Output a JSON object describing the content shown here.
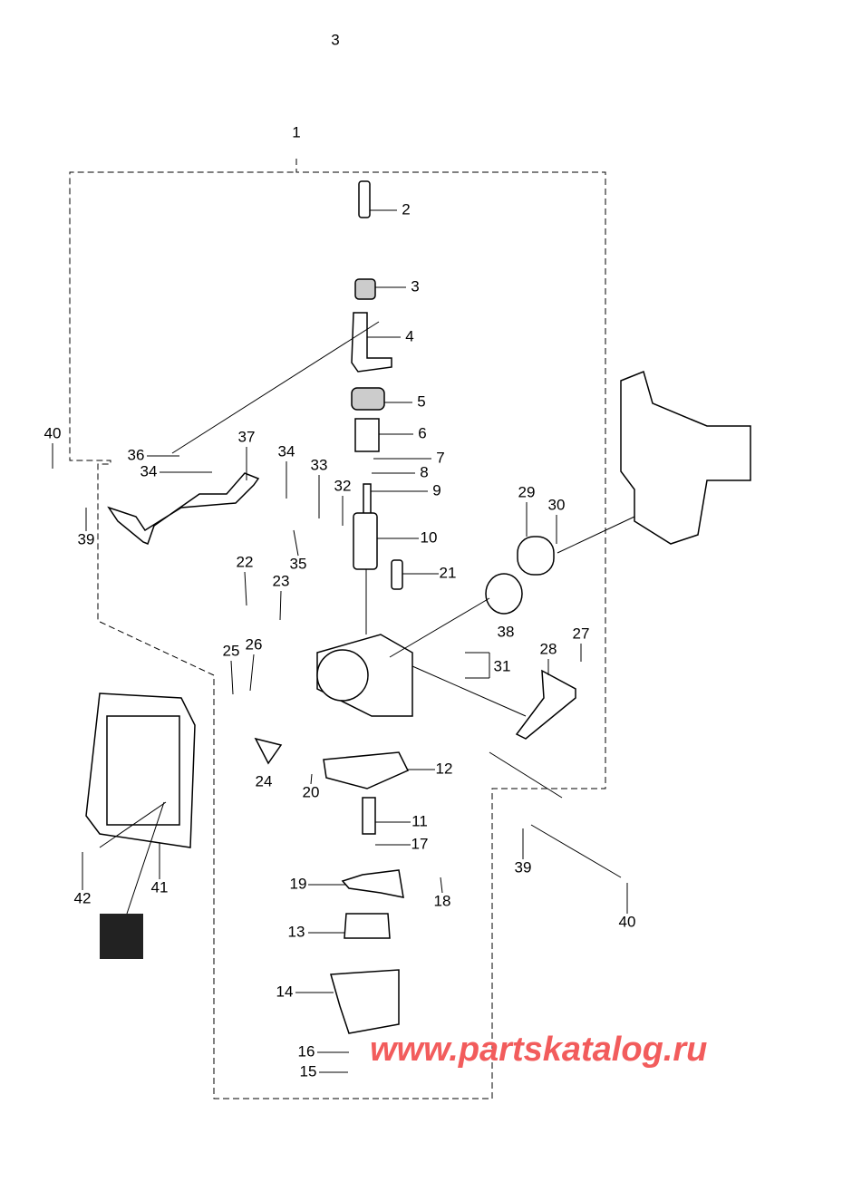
{
  "page_number": "3",
  "callouts": [
    "1",
    "2",
    "3",
    "4",
    "5",
    "6",
    "7",
    "8",
    "9",
    "10",
    "11",
    "12",
    "13",
    "14",
    "15",
    "16",
    "17",
    "18",
    "19",
    "20",
    "21",
    "22",
    "23",
    "24",
    "25",
    "26",
    "27",
    "28",
    "29",
    "30",
    "31",
    "32",
    "33",
    "34",
    "34",
    "35",
    "36",
    "37",
    "38",
    "39",
    "39",
    "40",
    "40",
    "41",
    "42"
  ],
  "watermark": "www.partskatalog.ru",
  "colors": {
    "lines": "#000000",
    "watermark": "#f25c5c"
  }
}
